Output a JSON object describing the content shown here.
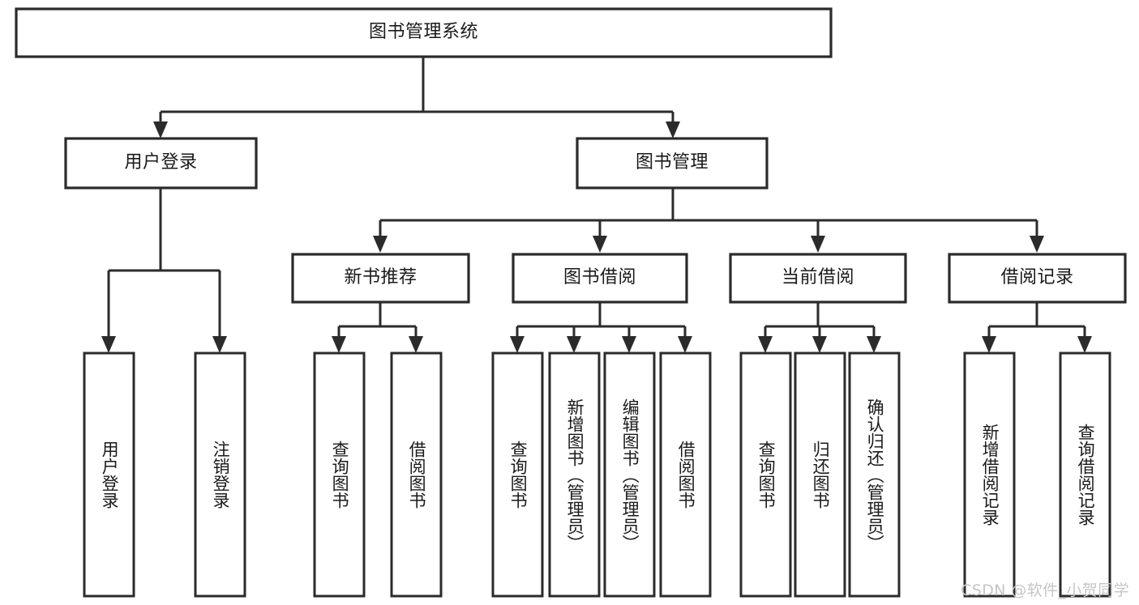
{
  "diagram": {
    "type": "tree-hierarchy",
    "title": "图书管理系统",
    "watermark": "CSDN @软件_小贺同学",
    "colors": {
      "stroke": "#2b2b2b",
      "fill": "#ffffff",
      "text": "#1a1a1a",
      "background": "#ffffff",
      "watermark": "#c6c6c6"
    },
    "root": {
      "id": "root",
      "label": "图书管理系统"
    },
    "level2": [
      {
        "id": "user-login",
        "label": "用户登录"
      },
      {
        "id": "book-manage",
        "label": "图书管理"
      }
    ],
    "level3": [
      {
        "id": "new-book-rec",
        "label": "新书推荐",
        "parent": "book-manage"
      },
      {
        "id": "book-borrow",
        "label": "图书借阅",
        "parent": "book-manage"
      },
      {
        "id": "current-borrow",
        "label": "当前借阅",
        "parent": "book-manage"
      },
      {
        "id": "borrow-record",
        "label": "借阅记录",
        "parent": "book-manage"
      }
    ],
    "leaves": [
      {
        "id": "leaf-user-login",
        "label": "用户登录",
        "parent": "user-login"
      },
      {
        "id": "leaf-logout",
        "label": "注销登录",
        "parent": "user-login"
      },
      {
        "id": "leaf-query-book-1",
        "label": "查询图书",
        "parent": "new-book-rec"
      },
      {
        "id": "leaf-borrow-book-1",
        "label": "借阅图书",
        "parent": "new-book-rec"
      },
      {
        "id": "leaf-query-book-2",
        "label": "查询图书",
        "parent": "book-borrow"
      },
      {
        "id": "leaf-add-book",
        "label": "新增图书（管理员）",
        "parent": "book-borrow"
      },
      {
        "id": "leaf-edit-book",
        "label": "编辑图书（管理员）",
        "parent": "book-borrow"
      },
      {
        "id": "leaf-borrow-book-2",
        "label": "借阅图书",
        "parent": "book-borrow"
      },
      {
        "id": "leaf-query-book-3",
        "label": "查询图书",
        "parent": "current-borrow"
      },
      {
        "id": "leaf-return-book",
        "label": "归还图书",
        "parent": "current-borrow"
      },
      {
        "id": "leaf-confirm-return",
        "label": "确认归还（管理员）",
        "parent": "current-borrow"
      },
      {
        "id": "leaf-add-record",
        "label": "新增借阅记录",
        "parent": "borrow-record"
      },
      {
        "id": "leaf-query-record",
        "label": "查询借阅记录",
        "parent": "borrow-record"
      }
    ]
  }
}
